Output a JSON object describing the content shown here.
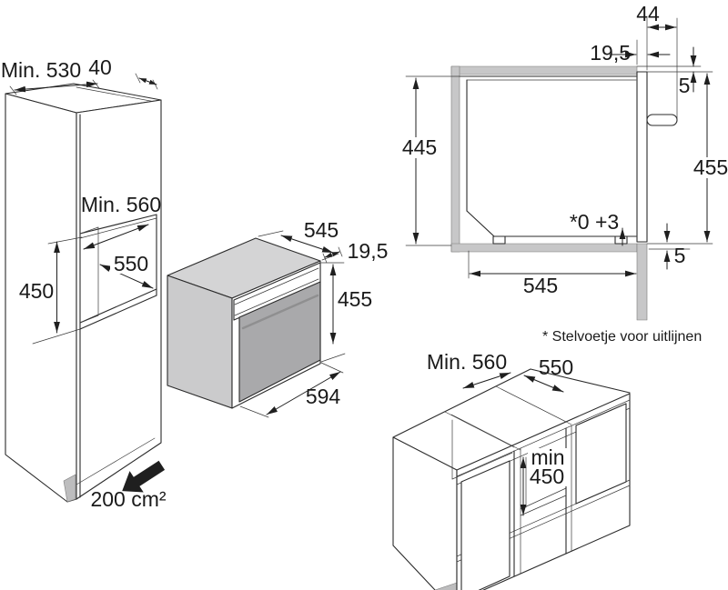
{
  "doc_language": "nl",
  "colors": {
    "background": "#ffffff",
    "line": "#2b2b2b",
    "text": "#1a1a1a",
    "panel_light_gray": "#d4d4d5",
    "panel_mid_gray": "#cbcbcc",
    "door_dark_gray": "#a9a9ab",
    "wall_gray": "#c7c7c8"
  },
  "tall_cabinet": {
    "depth_min": "Min. 530",
    "rear_gap": "40",
    "niche_depth_min": "Min. 560",
    "niche_width": "550",
    "niche_height": "450",
    "vent_area": "200 cm²"
  },
  "oven": {
    "depth": "545",
    "front_overhang": "19,5",
    "height": "455",
    "width": "594"
  },
  "cross_section": {
    "inner_height": "445",
    "handle_depth": "44",
    "front_overhang": "19,5",
    "gap_top": "5",
    "front_height": "455",
    "foot_adjustment": "*0 +3",
    "gap_bottom": "5",
    "depth": "545",
    "footnote": "* Stelvoetje voor uitlijnen"
  },
  "base_cabinet": {
    "niche_depth_min": "Min. 560",
    "niche_width": "550",
    "niche_height_prefix": "min",
    "niche_height_value": "450"
  }
}
